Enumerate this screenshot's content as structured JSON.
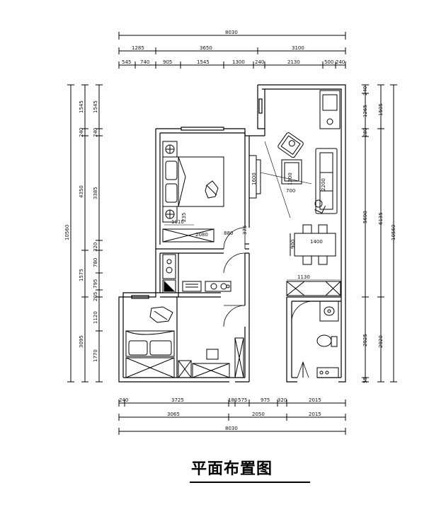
{
  "title": "平面布置图",
  "dimensions": {
    "top": {
      "overall": "8030",
      "row2": [
        "1285",
        "3650",
        "3100"
      ],
      "row3": [
        "545",
        "740",
        "905",
        "1545",
        "1300",
        "240",
        "2130",
        "500",
        "240"
      ]
    },
    "bottom": {
      "row1": [
        "240",
        "3725",
        "180",
        "575",
        "975",
        "320",
        "2015"
      ],
      "row2": [
        "3065",
        "2050",
        "2015"
      ],
      "overall": "8030"
    },
    "left": {
      "overall": "10560",
      "outer": [
        "1545",
        "240",
        "4350",
        "1575",
        "3095"
      ],
      "inner": [
        "1545",
        "240",
        "3385",
        "320",
        "780",
        "795",
        "205",
        "1120",
        "1770"
      ]
    },
    "right": {
      "overall": "10560",
      "outer": [
        "1505",
        "6135",
        "2920"
      ],
      "inner": [
        "240",
        "1265",
        "280",
        "5690",
        "2925",
        "55"
      ]
    }
  },
  "interior_labels": {
    "tv_wall": "1600",
    "coffee_table": "1200",
    "coffee_table_width": "700",
    "sofa": "2200",
    "dining": "1400",
    "dining_height": "900",
    "bed_dim": "1010",
    "wardrobe": "2080",
    "door_880": "880",
    "small_375": "375",
    "small_235": "235",
    "cabinet_1130": "1130"
  }
}
